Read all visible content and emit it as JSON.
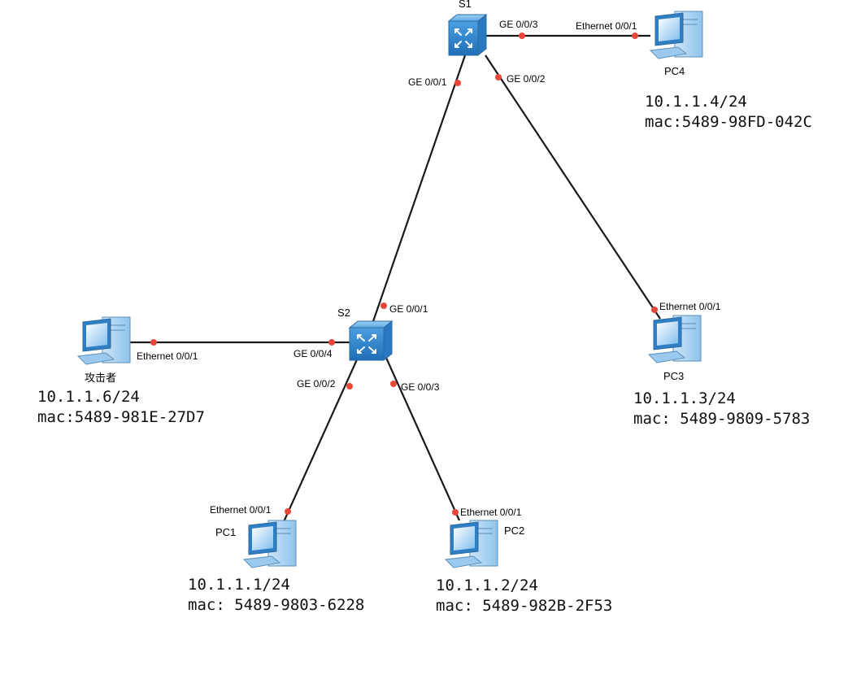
{
  "devices": {
    "s1": {
      "name": "S1",
      "ports": {
        "ge1": "GE 0/0/1",
        "ge2": "GE 0/0/2",
        "ge3": "GE 0/0/3"
      }
    },
    "s2": {
      "name": "S2",
      "ports": {
        "ge1": "GE 0/0/1",
        "ge2": "GE 0/0/2",
        "ge3": "GE 0/0/3",
        "ge4": "GE 0/0/4"
      }
    },
    "pc1": {
      "name": "PC1",
      "port": "Ethernet 0/0/1",
      "ip": "10.1.1.1/24",
      "mac": "mac: 5489-9803-6228"
    },
    "pc2": {
      "name": "PC2",
      "port": "Ethernet 0/0/1",
      "ip": "10.1.1.2/24",
      "mac": "mac: 5489-982B-2F53"
    },
    "pc3": {
      "name": "PC3",
      "port": "Ethernet 0/0/1",
      "ip": "10.1.1.3/24",
      "mac": "mac: 5489-9809-5783"
    },
    "pc4": {
      "name": "PC4",
      "port": "Ethernet 0/0/1",
      "ip": "10.1.1.4/24",
      "mac": "mac:5489-98FD-042C"
    },
    "attacker": {
      "name": "攻击者",
      "port": "Ethernet 0/0/1",
      "ip": "10.1.1.6/24",
      "mac": "mac:5489-981E-27D7"
    }
  },
  "colors": {
    "link": "#1a1a1a",
    "port_dot": "#e8473a",
    "switch_face": "#3d8fd6",
    "pc_screen": "#5aa7e6"
  }
}
